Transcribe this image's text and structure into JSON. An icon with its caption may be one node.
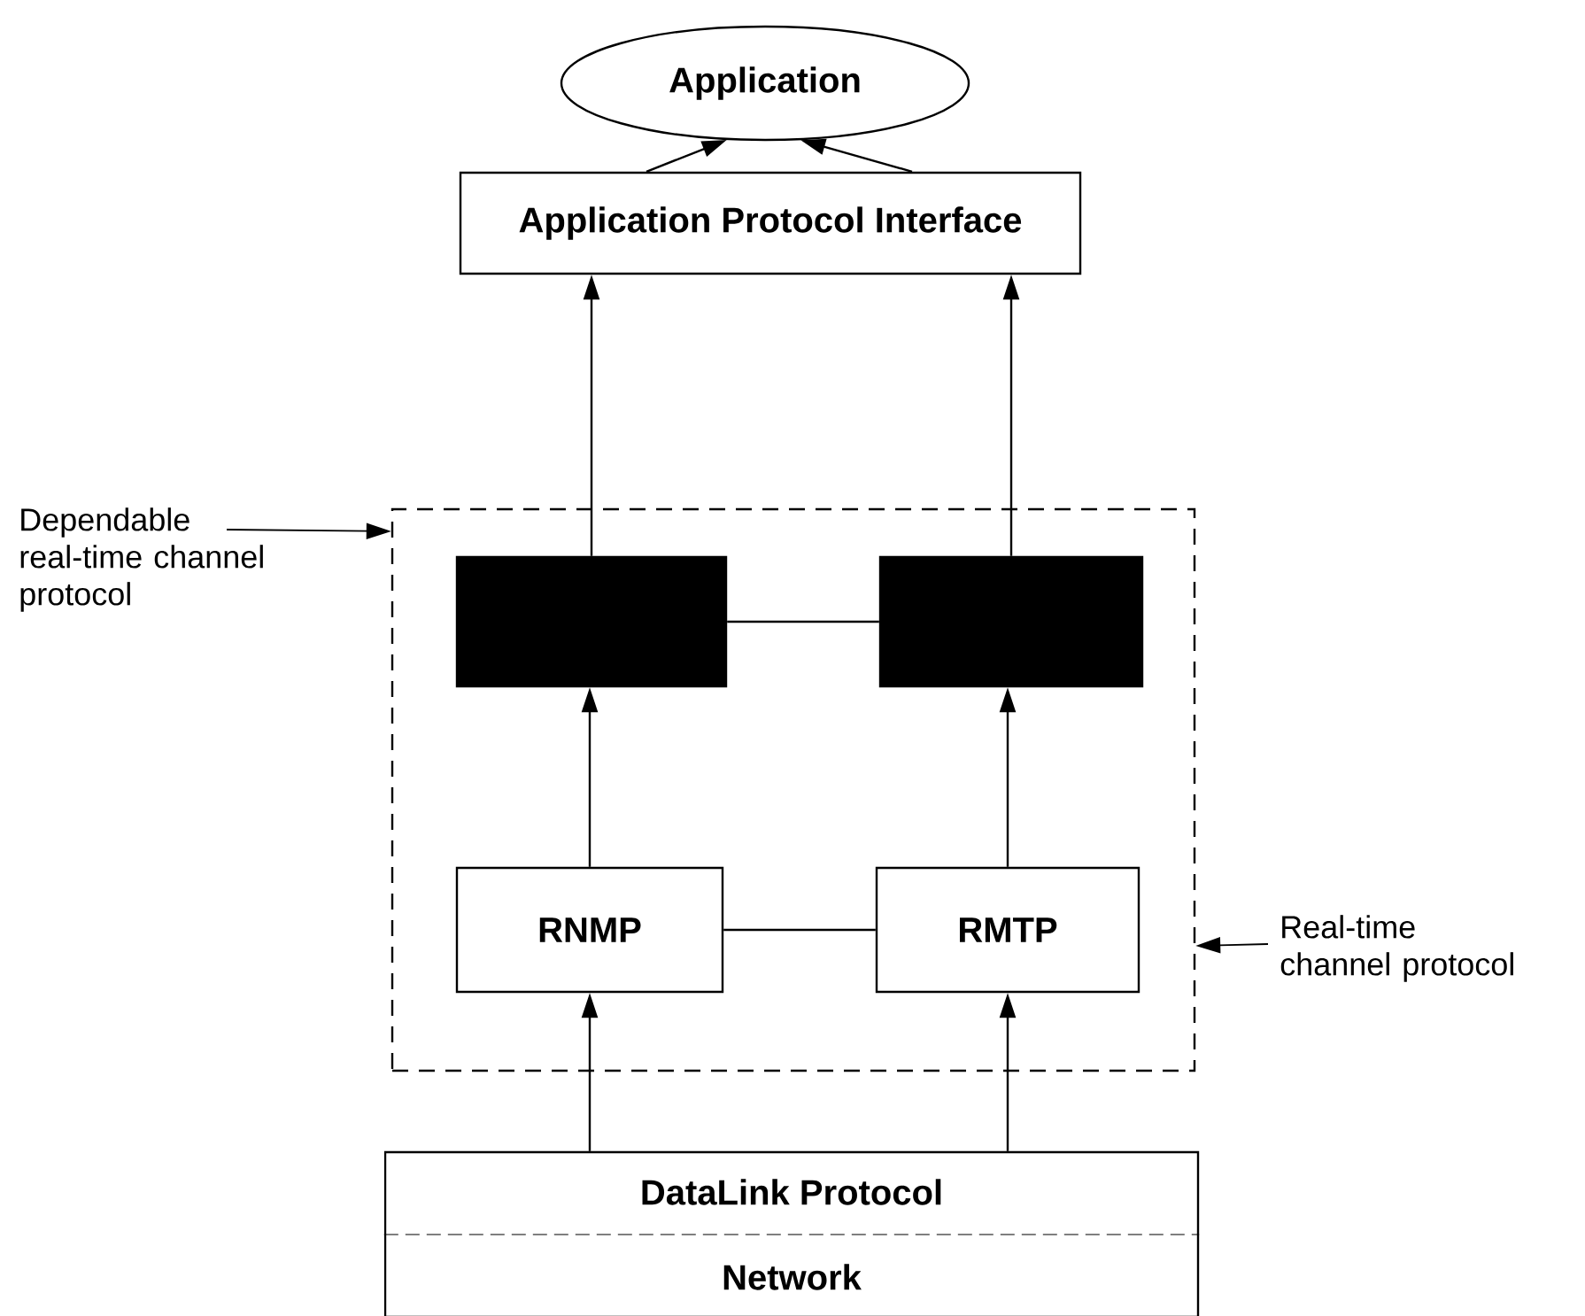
{
  "diagram": {
    "nodes": [
      {
        "text": [
          "Application"
        ]
      },
      {
        "text": [
          "Application Protocol Interface"
        ]
      },
      {
        "text": [],
        "shape": "box"
      },
      {
        "text": [],
        "shape": "box",
        "in": 2
      },
      {
        "text": [],
        "shape": "box",
        "in": 2
      },
      {
        "text": [
          "RNMP"
        ],
        "in": 2
      },
      {
        "text": [
          "RMTP"
        ],
        "in": 2
      },
      {
        "text": [
          "DataLink Protocol",
          "Network"
        ]
      },
      {
        "text": [
          "Dependable real-time channel protocol"
        ]
      },
      {
        "text": [
          "Real-time channel protocol"
        ]
      }
    ],
    "edges": [
      {
        "from": 1,
        "to": 0,
        "arrow": "to"
      },
      {
        "from": 1,
        "to": 0,
        "arrow": "to"
      },
      {
        "from": 3,
        "to": 1,
        "arrow": "to"
      },
      {
        "from": 4,
        "to": 1,
        "arrow": "to"
      },
      {
        "from": 3,
        "to": 4,
        "arrow": "none"
      },
      {
        "from": 5,
        "to": 3,
        "arrow": "to"
      },
      {
        "from": 6,
        "to": 4,
        "arrow": "to"
      },
      {
        "from": 5,
        "to": 6,
        "arrow": "none"
      },
      {
        "from": 7,
        "to": 5,
        "arrow": "to"
      },
      {
        "from": 7,
        "to": 6,
        "arrow": "to"
      },
      {
        "from": 8,
        "to": 2,
        "arrow": "to"
      },
      {
        "from": 9,
        "to": 2,
        "arrow": "to"
      }
    ]
  }
}
